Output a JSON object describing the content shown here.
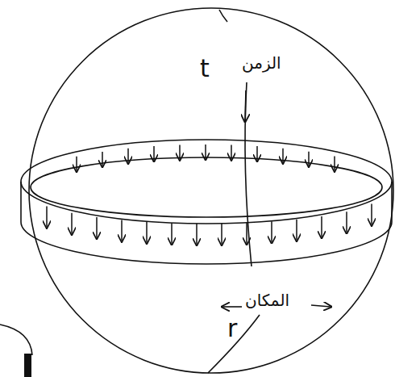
{
  "diagram": {
    "labels": [
      "الزمن",
      "t",
      "المكان",
      "r"
    ]
  }
}
